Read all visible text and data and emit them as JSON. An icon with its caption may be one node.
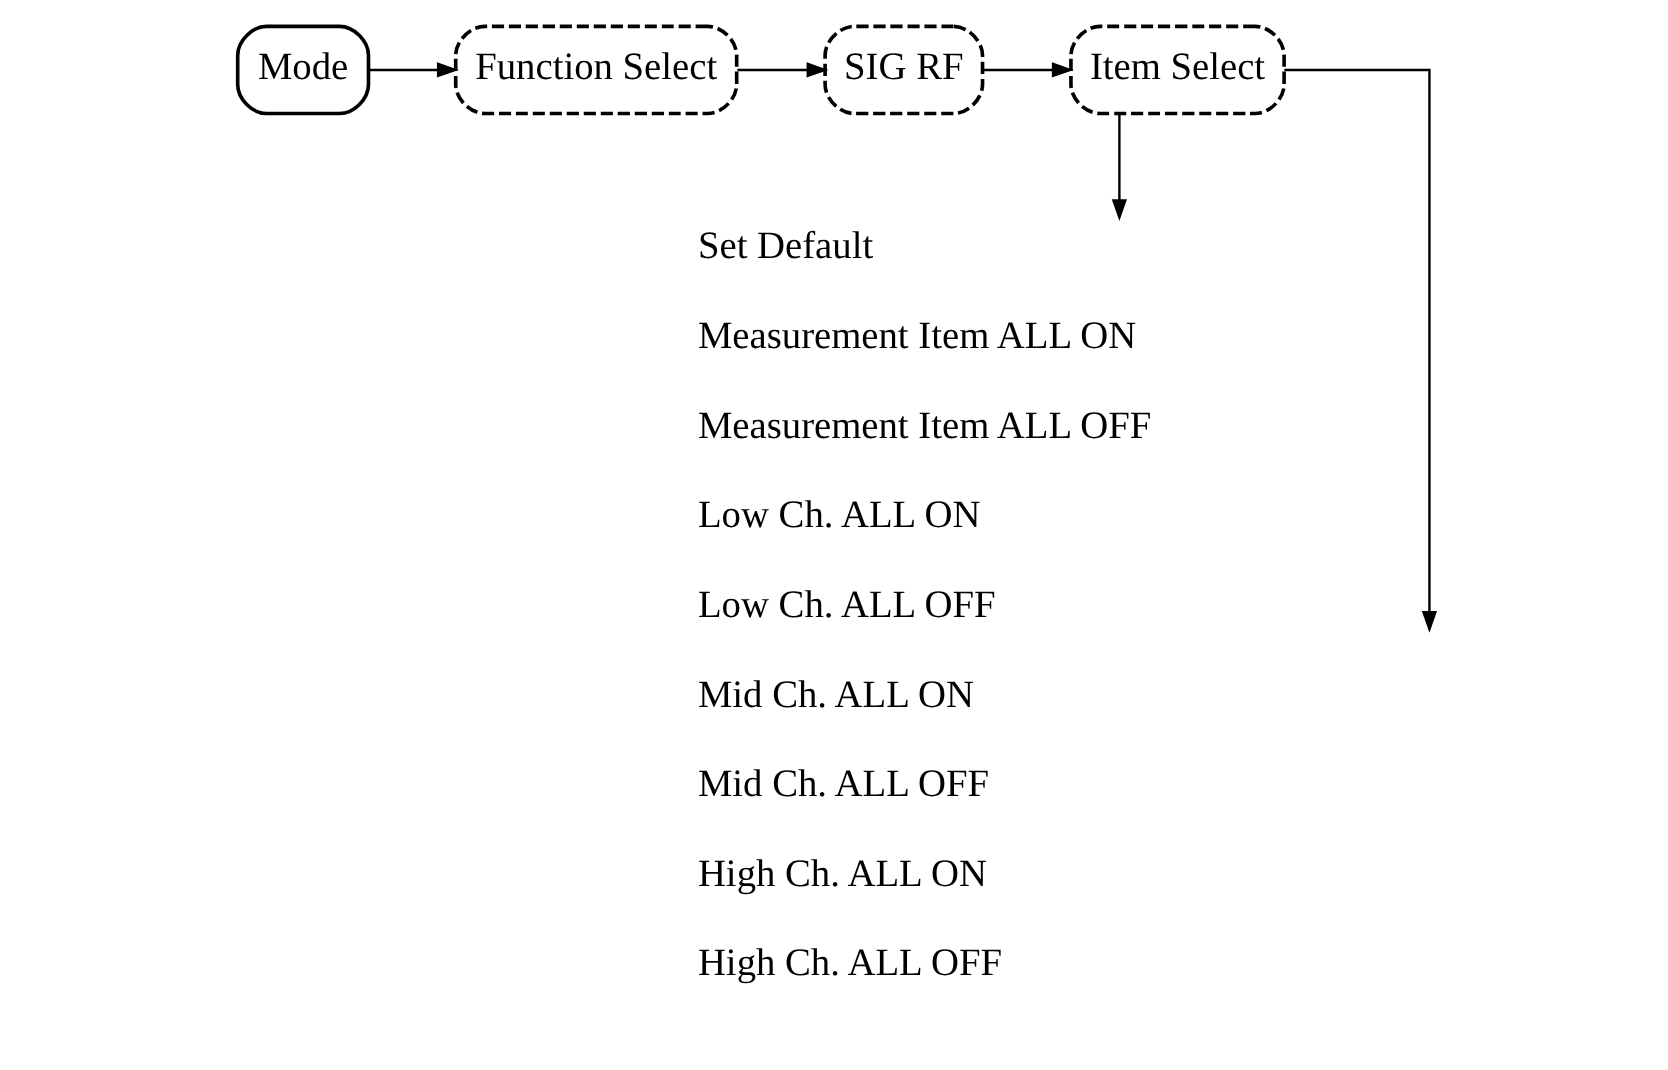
{
  "diagram": {
    "nodes": [
      {
        "text": [
          "Mode"
        ]
      },
      {
        "text": [
          "Function Select"
        ]
      },
      {
        "text": [
          "SIG RF"
        ]
      },
      {
        "text": [
          "Item Select"
        ]
      },
      {
        "text": [
          "Set Default",
          "Measurement Item ALL ON",
          "Measurement Item ALL OFF",
          "Low Ch. ALL ON",
          "Low Ch. ALL OFF",
          "Mid Ch. ALL ON",
          "Mid Ch. ALL OFF",
          "High Ch. ALL ON",
          "High Ch. ALL OFF"
        ]
      }
    ],
    "edges": [
      {
        "from": 0,
        "to": 1,
        "arrow": "to"
      },
      {
        "from": 1,
        "to": 2,
        "arrow": "to"
      },
      {
        "from": 2,
        "to": 3,
        "arrow": "to"
      },
      {
        "from": 3,
        "to": 4,
        "arrow": "to"
      },
      {
        "from": 3,
        "to": null,
        "arrow": "to"
      }
    ]
  }
}
